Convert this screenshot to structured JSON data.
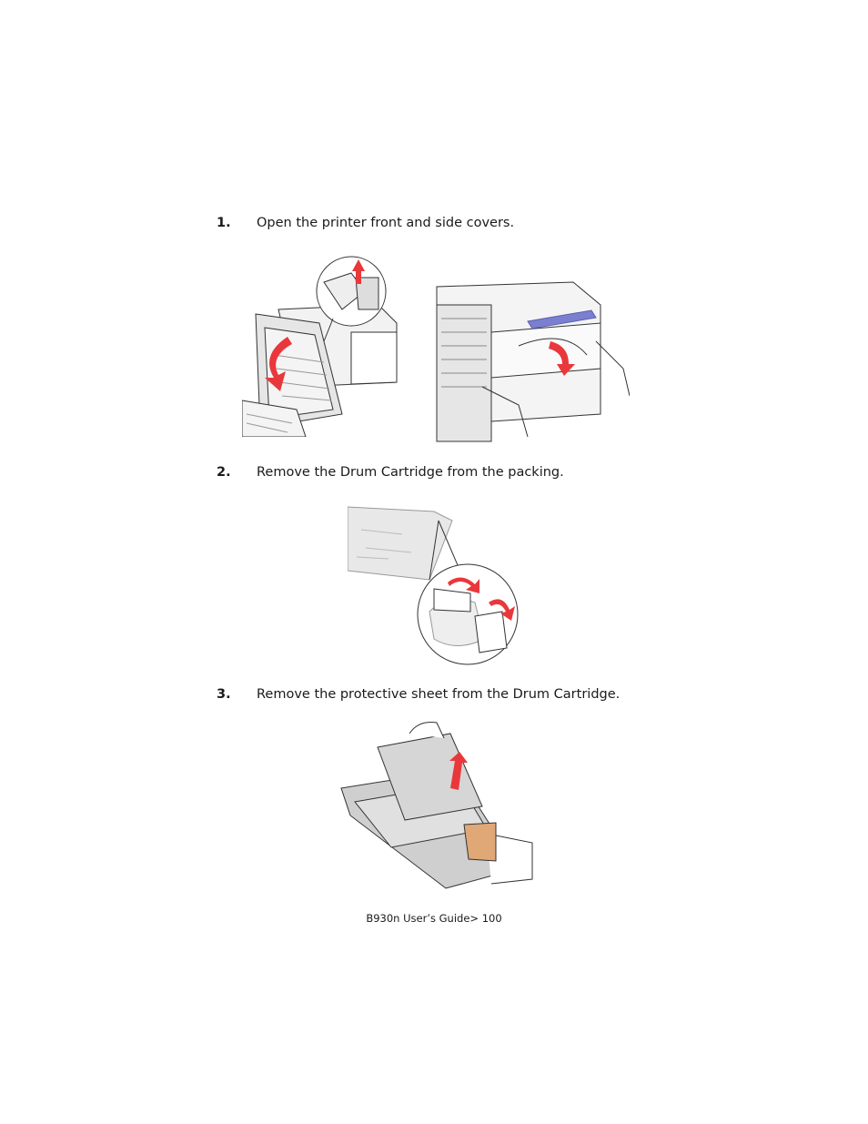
{
  "steps": [
    {
      "number": "1.",
      "text": "Open the printer front and side covers."
    },
    {
      "number": "2.",
      "text": "Remove the Drum Cartridge from the packing."
    },
    {
      "number": "3.",
      "text": "Remove the protective sheet from the Drum Cartridge."
    }
  ],
  "footer": {
    "text": "B930n User’s Guide> 100"
  },
  "colors": {
    "arrow": "#e8383b",
    "lever": "#7b7fd0",
    "tab": "#e0a777",
    "line": "#333333",
    "fill": "#e6e6e6"
  },
  "figures": [
    {
      "name": "front-cover-open-illustration"
    },
    {
      "name": "side-cover-open-illustration"
    },
    {
      "name": "unpack-drum-illustration"
    },
    {
      "name": "remove-protective-sheet-illustration"
    }
  ]
}
